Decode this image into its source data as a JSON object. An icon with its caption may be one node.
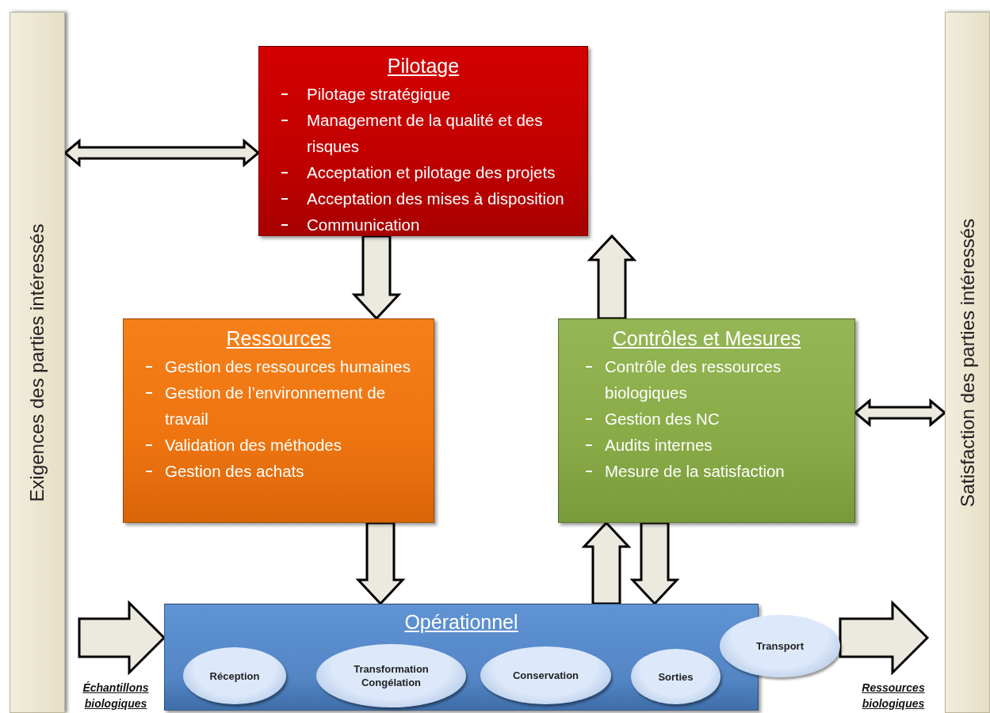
{
  "diagram": {
    "nodes": [
      {
        "text": [
          "Exigences des parties intéressés"
        ]
      },
      {
        "text": [
          "Satisfaction des parties intéressés"
        ]
      },
      {
        "text": [
          "Pilotage",
          "Pilotage stratégique",
          "Management de la qualité et des risques",
          "Acceptation et pilotage des projets",
          "Acceptation des mises à disposition",
          "Communication"
        ]
      },
      {
        "text": [
          "Ressources",
          "Gestion des ressources humaines",
          "Gestion de l’environnement de travail",
          "Validation des méthodes",
          "Gestion des achats"
        ]
      },
      {
        "text": [
          "Contrôles et Mesures",
          "Contrôle des ressources biologiques",
          "Gestion des NC",
          "Audits internes",
          "Mesure de la satisfaction"
        ]
      },
      {
        "text": [
          "Opérationnel"
        ]
      },
      {
        "text": [
          "Réception"
        ],
        "in": 5
      },
      {
        "text": [
          "Transformation Congélation"
        ],
        "in": 5
      },
      {
        "text": [
          "Conservation"
        ],
        "in": 5
      },
      {
        "text": [
          "Sorties"
        ],
        "in": 5
      },
      {
        "text": [
          "Transport"
        ]
      }
    ],
    "edges": [
      {
        "from": 0,
        "to": 2,
        "arrow": "both"
      },
      {
        "from": 4,
        "to": 1,
        "arrow": "both"
      },
      {
        "from": 2,
        "to": 3,
        "arrow": "to"
      },
      {
        "from": 4,
        "to": 2,
        "arrow": "to"
      },
      {
        "from": 3,
        "to": 5,
        "arrow": "to"
      },
      {
        "from": 5,
        "to": 4,
        "arrow": "to"
      },
      {
        "from": 4,
        "to": 5,
        "arrow": "to"
      },
      {
        "from": null,
        "to": 5,
        "arrow": "to",
        "label": "Échantillons biologiques"
      },
      {
        "from": 10,
        "to": null,
        "arrow": "to",
        "label": "Ressources biologiques"
      }
    ]
  }
}
